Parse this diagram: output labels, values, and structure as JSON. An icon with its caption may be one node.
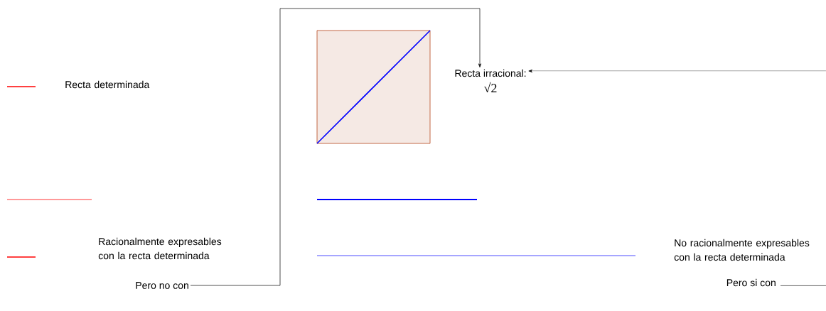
{
  "diagram": {
    "nodes": [
      {
        "text": [
          "Recta irracional:",
          "√2"
        ]
      },
      {
        "text": [
          "Pero no con"
        ]
      },
      {
        "text": [
          "Pero si con"
        ]
      }
    ],
    "edges": [
      {
        "from": 1,
        "to": 0,
        "arrow": "to"
      },
      {
        "from": 2,
        "to": null,
        "arrow": "none"
      },
      {
        "from": null,
        "to": 0,
        "arrow": "to"
      }
    ],
    "labels": [
      "Recta determinada",
      "Racionalmente expresables con la recta determinada",
      "No racionalmente expresables con la recta determinada"
    ]
  }
}
